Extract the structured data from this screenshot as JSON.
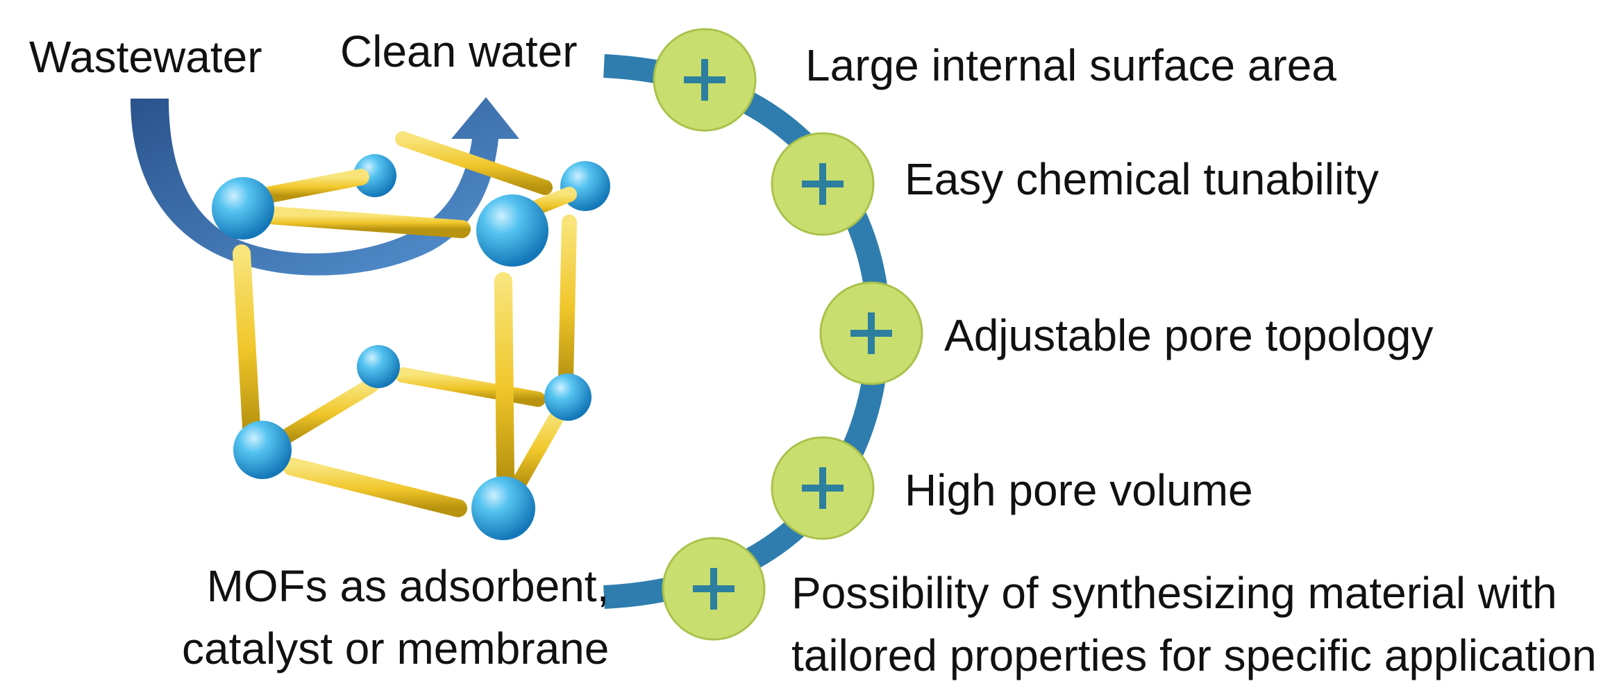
{
  "labels": {
    "wastewater": "Wastewater",
    "clean_water": "Clean water",
    "mof_caption": "MOFs as adsorbent,\ncatalyst or membrane"
  },
  "features": [
    {
      "icon": "plus-icon",
      "text": "Large internal surface area"
    },
    {
      "icon": "plus-icon",
      "text": "Easy chemical tunability"
    },
    {
      "icon": "plus-icon",
      "text": "Adjustable pore topology"
    },
    {
      "icon": "plus-icon",
      "text": "High pore volume"
    },
    {
      "icon": "plus-icon",
      "text": "Possibility of synthesizing material with\ntailored properties for specific application"
    }
  ],
  "colors": {
    "arc": "#2E7DAE",
    "badge_fill": "#C9DE6E",
    "badge_plus": "#2C7F9E",
    "node": "#2FA8E3",
    "rod": "#F3CF2B",
    "flow_arrow": "#3A7AC0"
  }
}
